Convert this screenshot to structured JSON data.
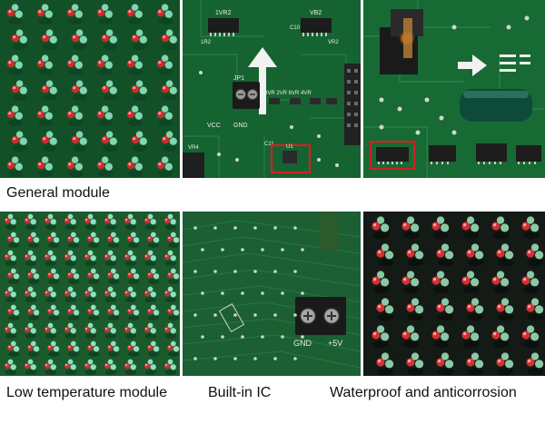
{
  "captions": {
    "general": "General module",
    "low_temp": "Low temperature module",
    "builtin_ic": "Built-in IC",
    "waterproof": "Waterproof and anticorrosion"
  },
  "board_labels": {
    "p2_top_left": "1VR2",
    "p2_top_left_b": "1R2",
    "p2_top_right": "VR2",
    "p2_top_right_b": "VB2",
    "p2_c10": "C10",
    "p2_jp1": "JP1",
    "p2_vcc": "VCC",
    "p2_gnd": "GND",
    "p2_row": "8VR 2VR 6VR 4VR",
    "p2_vr4": "VR4",
    "p2_c11": "C11",
    "p2_u1": "U1",
    "p5_gnd": "GND",
    "p5_5v": "+5V"
  },
  "colors": {
    "pcb_green": "#145a2c",
    "pcb_dark": "#0b3a1c",
    "led_red": "#d22a2a",
    "led_green": "#7fd6b0",
    "highlight": "#d42020"
  }
}
